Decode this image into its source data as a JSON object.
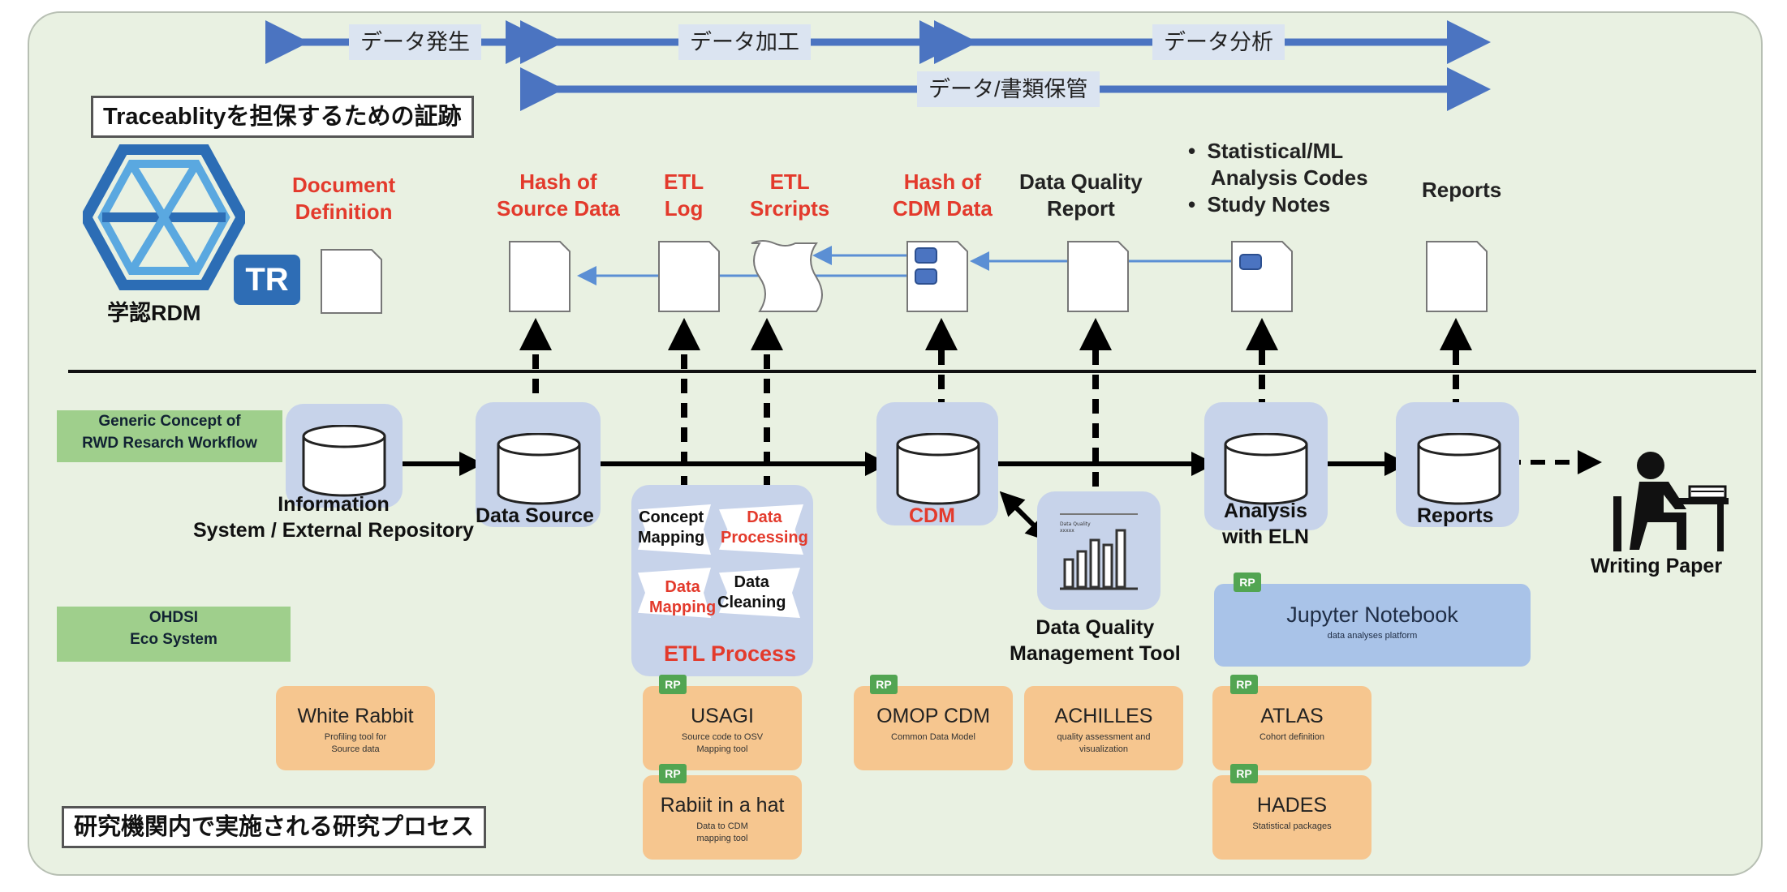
{
  "phases": {
    "generation": "データ発生",
    "processing": "データ加工",
    "analysis": "データ分析",
    "storage": "データ/書類保管"
  },
  "headers": {
    "traceability": "Traceablityを担保するための証跡",
    "research_process": "研究機関内で実施される研究プロセス"
  },
  "logo": {
    "badge": "TR",
    "name": "学認RDM"
  },
  "artifacts": {
    "document_definition": "Document\nDefinition",
    "hash_source": "Hash of\nSource Data",
    "etl_log": "ETL\nLog",
    "etl_scripts": "ETL\nSrcripts",
    "hash_cdm": "Hash of\nCDM Data",
    "dq_report": "Data Quality\nReport",
    "analysis_codes": "•  Statistical/ML\n    Analysis Codes\n•  Study Notes",
    "reports": "Reports"
  },
  "workflow_label": "Generic Concept of\nRWD Resarch Workflow",
  "ecosystem_label": "OHDSI\nEco System",
  "steps": {
    "info_system": "Information\nSystem / External Repository",
    "data_source": "Data Source",
    "cdm": "CDM",
    "dq_tool": "Data Quality\nManagement Tool",
    "analysis": "Analysis\nwith ELN",
    "reports": "Reports",
    "writing": "Writing Paper"
  },
  "etl": {
    "title": "ETL Process",
    "concept_mapping": "Concept\nMapping",
    "data_processing": "Data\nProcessing",
    "data_mapping": "Data\nMapping",
    "data_cleaning": "Data\nCleaning"
  },
  "chart_icon_caption": "Data Quality\nxxxxx",
  "tools": {
    "rp_badge": "RP",
    "white_rabbit": {
      "name": "White Rabbit",
      "desc": "Profiling tool for\nSource data"
    },
    "usagi": {
      "name": "USAGI",
      "desc": "Source code to OSV\nMapping tool"
    },
    "rabbit_in_hat": {
      "name": "Rabiit in a hat",
      "desc": "Data to CDM\nmapping tool"
    },
    "omop_cdm": {
      "name": "OMOP CDM",
      "desc": "Common Data Model"
    },
    "achilles": {
      "name": "ACHILLES",
      "desc": "quality assessment and\nvisualization"
    },
    "jupyter": {
      "name": "Jupyter Notebook",
      "desc": "data analyses platform"
    },
    "atlas": {
      "name": "ATLAS",
      "desc": "Cohort definition"
    },
    "hades": {
      "name": "HADES",
      "desc": "Statistical packages"
    }
  },
  "colors": {
    "panel": "#e9f1e2",
    "arrow_blue": "#4b74c1",
    "label_red": "#e33a2c",
    "step_bg": "#c7d3ea",
    "tool_orange": "#f6c68f",
    "tag_green": "#9fcf8c",
    "rp_green": "#52a552"
  }
}
